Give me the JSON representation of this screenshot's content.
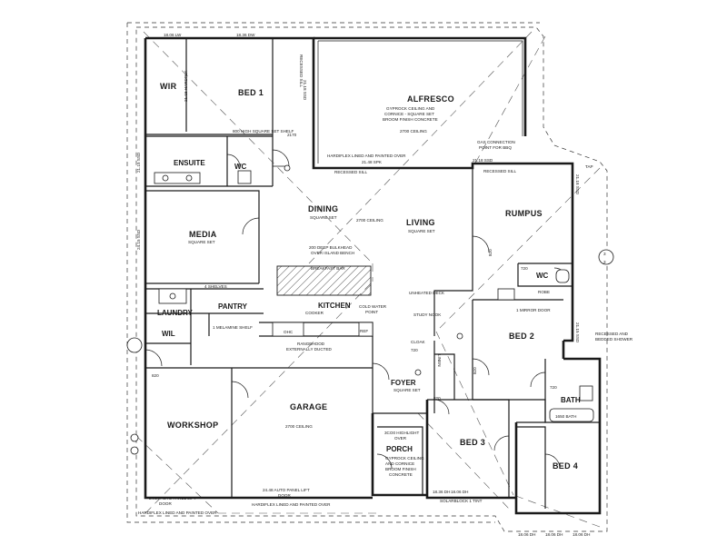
{
  "rooms": {
    "wir": "WIR",
    "bed1": "BED 1",
    "alfresco": "ALFRESCO",
    "ensuite": "ENSUITE",
    "wc1": "WC",
    "media": "MEDIA",
    "dining": "DINING",
    "living": "LIVING",
    "rumpus": "RUMPUS",
    "wc2": "WC",
    "kitchen": "KITCHEN",
    "pantry": "PANTRY",
    "laundry": "LAUNDRY",
    "wil": "WIL",
    "bed2": "BED 2",
    "foyer": "FOYER",
    "bath": "BATH",
    "garage": "GARAGE",
    "workshop": "WORKSHOP",
    "bed3": "BED 3",
    "porch": "PORCH",
    "bed4": "BED 4"
  },
  "notes": {
    "alfresco_1": "GYPROCK CEILING AND",
    "alfresco_2": "CORNICE - SQUARE SET",
    "alfresco_3": "BROOM FINISH CONCRETE",
    "alfresco_ceiling": "2700 CEILING",
    "gas": "GAS CONNECTION",
    "gas2": "POINT FOR BBQ",
    "hardiflex_alf": "HARDIFLEX LINED AND PAINTED OVER",
    "recessed_sill_1": "RECESSED SILL",
    "recessed_sill_2": "RECESSED SILL",
    "recessed_sill_3": "RECESSED SILL",
    "shelf": "800 HIGH SQUARE SET SHELF",
    "media_sq": "SQUARE SET",
    "dining_sq": "SQUARE SET",
    "dining_ceiling": "2700 CEILING",
    "living_sq": "SQUARE SET",
    "bulkhead_1": "200 DEEP BULKHEAD",
    "bulkhead_2": "OVER ISLAND BENCH",
    "breakfast": "BREAKFAST BAR",
    "shelves": "4 SHELVES",
    "melamine": "1 MELAMINE SHELF",
    "cooker": "COOKER",
    "rangehood_1": "RANGEHOOD",
    "rangehood_2": "EXTERNALLY DUCTED",
    "cold_water_1": "COLD WATER",
    "cold_water_2": "POINT",
    "ref": "REF",
    "ohc": "OHC",
    "unheated": "UNHEATED DECK",
    "study": "STUDY NOOK",
    "cloak": "CLOAK",
    "linen": "LINEN",
    "robe1": "ROBE",
    "robe2": "1 MIRROR DOOR",
    "foyer_sq": "SQUARE SET",
    "garage_ceiling": "2700 CEILING",
    "hilite_1": "3CO0 HIGHLIGHT",
    "hilite_2": "OVER",
    "porch_1": "GYPROCK CEILING",
    "porch_2": "AND CORNICE",
    "porch_3": "BROOM FINISH",
    "porch_4": "CONCRETE",
    "bath_tub": "1650 BATH",
    "garage_door": "24.48 AUTO PANEL LIFT",
    "garage_door2": "DOOR",
    "hardiflex_gar": "HARDIFLEX LINED AND PAINTED OVER",
    "workshop_door": "24.24 AUTO PANEL LIFT",
    "workshop_door2": "DOOR",
    "hardiflex_ws": "HARDIFLEX LINED AND PAINTED OVER",
    "solar": "SOLARBLOCK 1 TINT",
    "tap": "TAP",
    "recessed_bi_1": "RECESSED AND",
    "recessed_bi_2": "BEDDED SHOWER",
    "marker_1": "3",
    "marker_2": "3"
  },
  "dims": {
    "top_1": "18.06 LW",
    "top_2": "18.36 DW",
    "bed1_win": "21.18 SSD",
    "alfresco_win": "21.18 SSD",
    "hardiplank": "21.15 HARDPLK",
    "hardiplank2": "21.48 SPK",
    "left_1": "21.15 SSD",
    "left_2": "24.15 SSD",
    "d2170": "2170",
    "d820a": "820",
    "d820b": "820",
    "d820c": "820",
    "d820d": "820",
    "d720a": "720",
    "d720b": "720",
    "d720c": "720",
    "bot_1": "18.36 DH",
    "bot_2": "18.06 DH",
    "bot_3": "18.06 DH",
    "bot_4": "18.06 DH",
    "bot_5": "18.06 DH",
    "right_1": "21.18 SSD",
    "right_2": "21.15 SSD"
  }
}
